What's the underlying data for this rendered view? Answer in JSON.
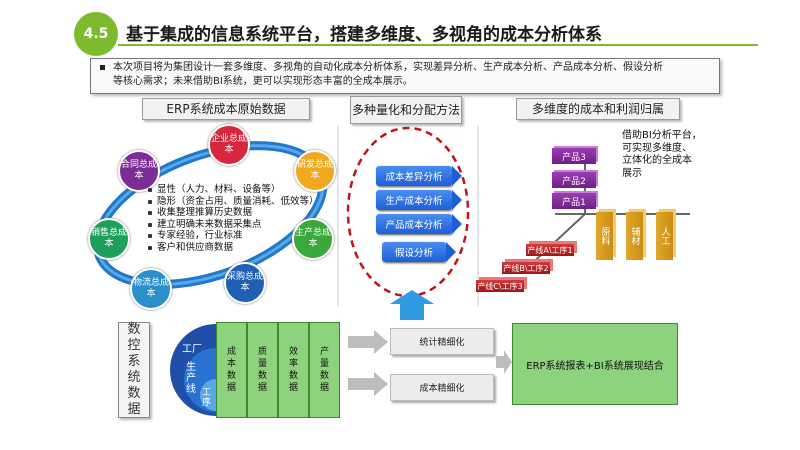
{
  "header": {
    "badge": "4.5",
    "title": "基于集成的信息系统平台，搭建多维度、多视角的成本分析体系"
  },
  "intro": {
    "line1": "本次项目将为集团设计一套多维度、多视角的自动化成本分析体系，实现差异分析、生产成本分析、产品成本分析、假设分析",
    "line2": "等核心需求；未来借助BI系统，更可以实现形态丰富的全成本展示。"
  },
  "sections": {
    "erp": "ERP系统成本原始数据",
    "methods": "多种量化和分配方法",
    "multi": "多维度的成本和利润归属"
  },
  "cost_nodes": [
    {
      "label": "企业总成本",
      "color": "#d7263d"
    },
    {
      "label": "研发总成本",
      "color": "#f2a81d"
    },
    {
      "label": "生产总成本",
      "color": "#3aa83a"
    },
    {
      "label": "采购总成本",
      "color": "#1f5fb4"
    },
    {
      "label": "物流总成本",
      "color": "#2b8fc9"
    },
    {
      "label": "销售总成本",
      "color": "#1ea05a"
    },
    {
      "label": "合同总成本",
      "color": "#7b2d96"
    }
  ],
  "data_list": [
    "显性（人力、材料、设备等）",
    "隐形（资金占用、质量消耗、低效等）",
    "收集整理推算历史数据",
    "建立明确未来数据采集点",
    "专家经验，行业标准",
    "客户和供应商数据"
  ],
  "methods": [
    "成本差异分析",
    "生产成本分析",
    "产品成本分析",
    "假设分析"
  ],
  "products": [
    "产品3",
    "产品2",
    "产品1"
  ],
  "materials": [
    "原料",
    "辅材",
    "人工"
  ],
  "routes": [
    "产线A\\工序1",
    "产线B\\工序2",
    "产线C\\工序3"
  ],
  "bi_note": [
    "借助BI分析平台，",
    "可实现多维度、",
    "立体化的全成本",
    "展示"
  ],
  "bottom": {
    "vertical_label": "数控系统数据",
    "factory": "工厂",
    "line": "生产线",
    "process": "工序",
    "columns": [
      "成本数据",
      "质量数据",
      "效率数据",
      "产量数据"
    ],
    "refine1": "统计精细化",
    "refine2": "成本精细化",
    "erp_bi": "ERP系统报表+BI系统展现结合"
  },
  "colors": {
    "accent_green": "#7dbb2e",
    "ellipse_blue": "#1f78c8",
    "dashed_red": "#c0141c",
    "method_blue": "#1d5fd8"
  }
}
